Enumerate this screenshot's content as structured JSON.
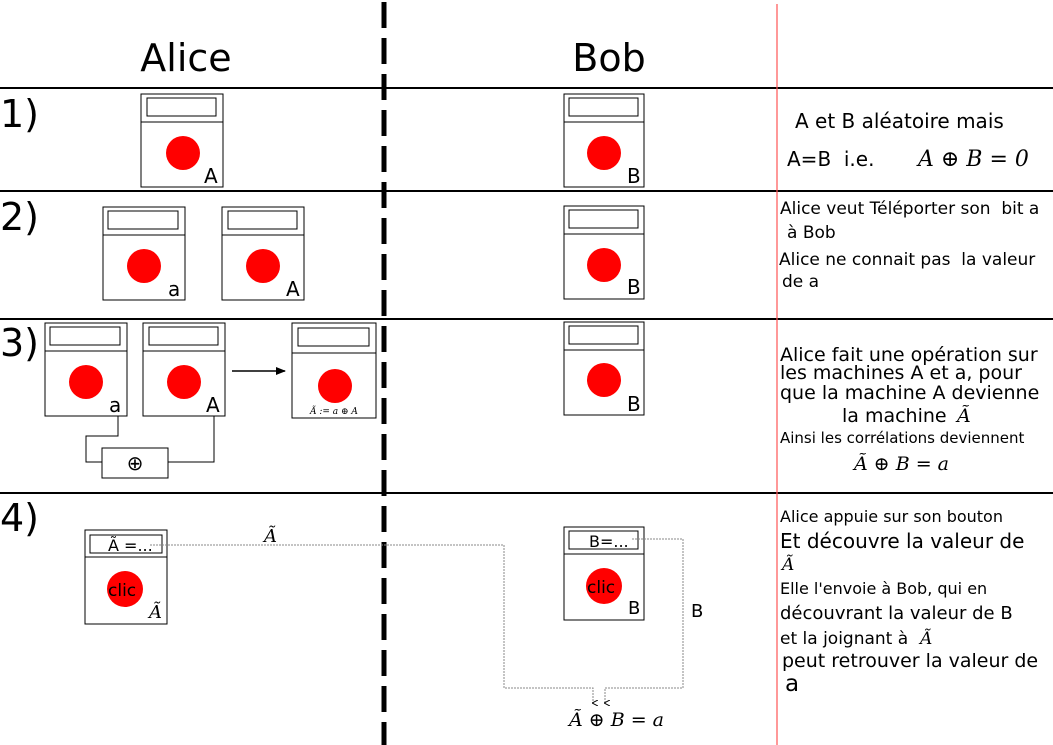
{
  "columns": {
    "alice": "Alice",
    "bob": "Bob"
  },
  "colors": {
    "button": "#ff0000",
    "red_rule": "#ff5555",
    "ink": "#000000"
  },
  "rows": {
    "r1": {
      "number": "1)",
      "alice_label": "A",
      "bob_label": "B",
      "note": {
        "line1": "A et B aléatoire mais",
        "line2": "A=B  i.e.",
        "formula": "A ⊕ B = 0"
      }
    },
    "r2": {
      "number": "2)",
      "alice_label_a": "a",
      "alice_label_A": "A",
      "bob_label": "B",
      "note": {
        "line1": "Alice veut Téléporter son  bit a",
        "line2": "à Bob",
        "line3": "Alice ne connait pas  la valeur",
        "line4": "de a"
      }
    },
    "r3": {
      "number": "3)",
      "alice_label_a": "a",
      "alice_label_A": "A",
      "xor_symbol": "⊕",
      "result_label": "Ã := a ⊕ A",
      "bob_label": "B",
      "note": {
        "line1": "Alice fait une opération sur",
        "line2": "les machines A et a, pour",
        "line3": "que la machine A devienne",
        "line4": "la machine",
        "line4_math": "Ã",
        "line5": "Ainsi les corrélations deviennent",
        "formula": "Ã ⊕ B = a"
      }
    },
    "r4": {
      "number": "4)",
      "alice_display": "Ã =...",
      "alice_clic": "clic",
      "alice_label": "Ã",
      "transmit_label": "Ã",
      "bob_display": "B=...",
      "bob_clic": "clic",
      "bob_label": "B",
      "bob_wire_label": "B",
      "result": "Ã ⊕ B = a",
      "note": {
        "line1": "Alice appuie sur son bouton",
        "line2": "Et découvre la valeur de",
        "line3_math": "Ã",
        "line4": "Elle l'envoie à Bob, qui en",
        "line5": "découvrant la valeur de B",
        "line6": "et la joignant à",
        "line6_math": "Ã",
        "line7": "peut retrouver la valeur de",
        "line8": "a"
      }
    }
  }
}
